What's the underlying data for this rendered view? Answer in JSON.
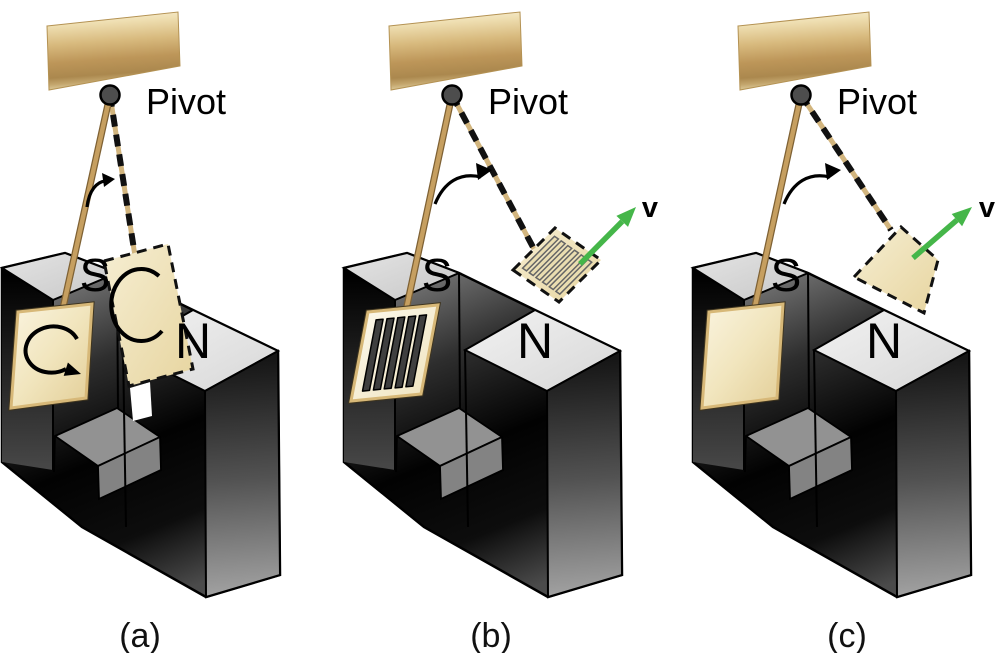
{
  "panels": [
    {
      "caption": "(a)",
      "pivot_label": "Pivot",
      "pole_left": "S",
      "pole_right": "N"
    },
    {
      "caption": "(b)",
      "pivot_label": "Pivot",
      "pole_left": "S",
      "pole_right": "N",
      "velocity_label": "v"
    },
    {
      "caption": "(c)",
      "pivot_label": "Pivot",
      "pole_left": "S",
      "pole_right": "N",
      "velocity_label": "v"
    }
  ],
  "icons": {
    "pivot_dot": "pivot-point",
    "swing_arrow": "swing-direction-arc-arrow",
    "eddy_loop": "eddy-current-loop-arrow",
    "partial_eddy_arc": "partial-eddy-current-arc",
    "velocity_arrow": "velocity-arrow-green"
  },
  "colors": {
    "wood_tan": "#c9a05f",
    "plate_cream": "#f1e5c2",
    "magnet_dark": "#000000",
    "magnet_light": "#e6e6e6",
    "floor_gray": "#929292",
    "velocity_green": "#45b649",
    "dash_black": "#111111"
  }
}
